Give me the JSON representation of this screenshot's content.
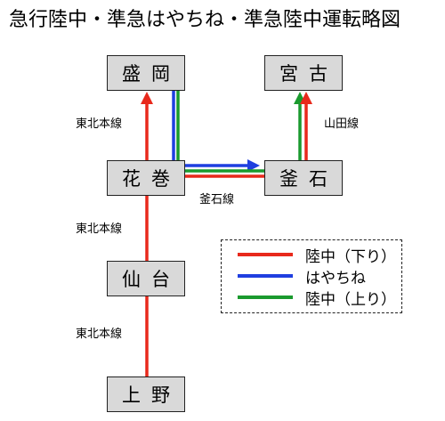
{
  "title": "急行陸中・準急はやちね・準急陸中運転略図",
  "stations": {
    "morioka": "盛岡",
    "miyako": "宮古",
    "hanamaki": "花巻",
    "kamaishi": "釜石",
    "sendai": "仙台",
    "ueno": "上野"
  },
  "line_labels": {
    "tohoku_1": "東北本線",
    "yamada": "山田線",
    "kamaishi": "釜石線",
    "tohoku_2": "東北本線",
    "tohoku_3": "東北本線"
  },
  "legend": [
    {
      "label": "陸中（下り）",
      "color": "#e8291c"
    },
    {
      "label": "はやちね",
      "color": "#1f3fe0"
    },
    {
      "label": "陸中（上り）",
      "color": "#1a9a2e"
    }
  ],
  "colors": {
    "red": "#e8291c",
    "blue": "#1f3fe0",
    "green": "#1a9a2e"
  }
}
